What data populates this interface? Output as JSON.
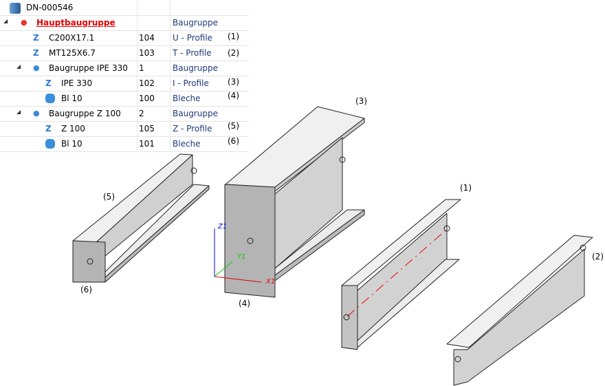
{
  "tree": {
    "root": "DN-000546",
    "rows": [
      {
        "name": "Hauptbaugruppe",
        "num": "",
        "type": "Baugruppe",
        "ref": ""
      },
      {
        "name": "C200X17.1",
        "num": "104",
        "type": "U - Profile",
        "ref": "(1)"
      },
      {
        "name": "MT125X6.7",
        "num": "103",
        "type": "T - Profile",
        "ref": "(2)"
      },
      {
        "name": "Baugruppe IPE 330",
        "num": "1",
        "type": "Baugruppe",
        "ref": ""
      },
      {
        "name": "IPE 330",
        "num": "102",
        "type": "I - Profile",
        "ref": "(3)"
      },
      {
        "name": "Bl 10",
        "num": "100",
        "type": "Bleche",
        "ref": "(4)"
      },
      {
        "name": "Baugruppe Z 100",
        "num": "2",
        "type": "Baugruppe",
        "ref": ""
      },
      {
        "name": "Z 100",
        "num": "105",
        "type": "Z - Profile",
        "ref": "(5)"
      },
      {
        "name": "Bl 10",
        "num": "101",
        "type": "Bleche",
        "ref": "(6)"
      }
    ]
  },
  "view": {
    "labels": {
      "l1": "(1)",
      "l2": "(2)",
      "l3": "(3)",
      "l4": "(4)",
      "l5": "(5)",
      "l6": "(6)"
    },
    "axes": {
      "x": "X1",
      "y": "Y1",
      "z": "Z1"
    }
  }
}
